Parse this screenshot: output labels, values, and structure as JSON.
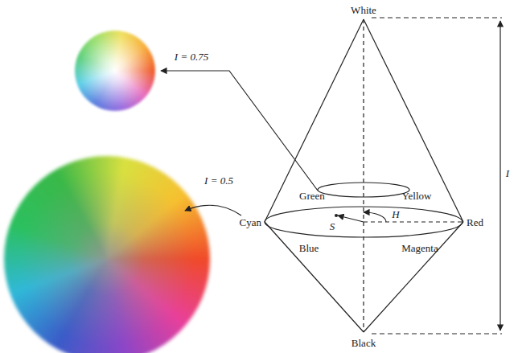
{
  "diagram": {
    "labels": [
      "White",
      "I = 0.75",
      "Green",
      "Yellow",
      "I = 0.5",
      "Cyan",
      "Red",
      "H",
      "S",
      "I",
      "Blue",
      "Magenta",
      "Black"
    ]
  }
}
